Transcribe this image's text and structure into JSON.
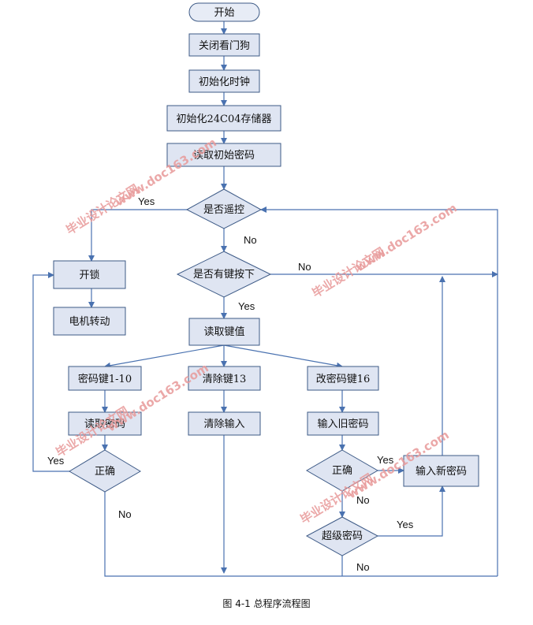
{
  "nodes": {
    "start": "开始",
    "close_watchdog": "关闭看门狗",
    "init_clock": "初始化时钟",
    "init_24c04": "初始化24C04存储器",
    "read_initial_password": "读取初始密码",
    "is_remote": "是否遥控",
    "unlock": "开锁",
    "motor_rotate": "电机转动",
    "key_pressed": "是否有键按下",
    "read_key_value": "读取键值",
    "password_keys": "密码键1-10",
    "clear_key": "清除键13",
    "change_password_key": "改密码键16",
    "read_password": "读取密码",
    "clear_input": "清除输入",
    "enter_old_password": "输入旧密码",
    "correct_left": "正确",
    "correct_right": "正确",
    "enter_new_password": "输入新密码",
    "super_password": "超级密码"
  },
  "edge_labels": {
    "remote_yes": "Yes",
    "remote_no": "No",
    "key_no": "No",
    "key_yes": "Yes",
    "left_correct_yes": "Yes",
    "left_correct_no": "No",
    "right_correct_yes": "Yes",
    "right_correct_no": "No",
    "super_yes": "Yes",
    "super_no": "No"
  },
  "caption": "图 4-1  总程序流程图",
  "watermarks": [
    "毕业设计论文网",
    "www.doc163.com"
  ]
}
